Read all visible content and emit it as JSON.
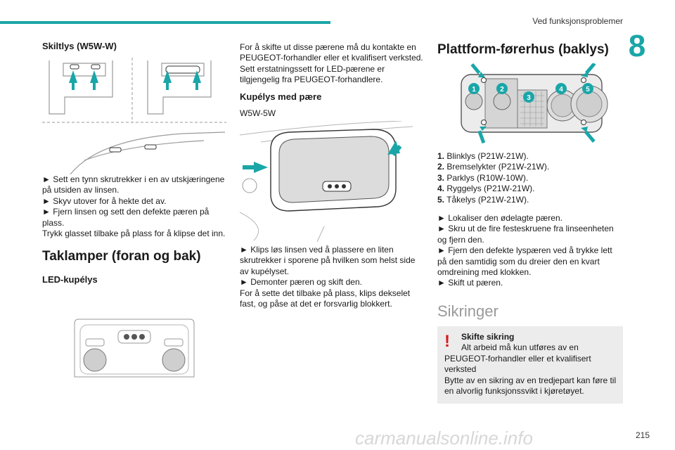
{
  "header": {
    "section": "Ved funksjonsproblemer",
    "chapter": "8",
    "page": "215"
  },
  "watermark": "carmanualsonline.info",
  "col1": {
    "title": "Skiltlys (W5W-W)",
    "steps": [
      "► Sett en tynn skrutrekker i en av utskjæringene på utsiden av linsen.",
      "► Skyv utover for å hekte det av.",
      "► Fjern linsen og sett den defekte pæren på plass.",
      "Trykk glasset tilbake på plass for å klipse det inn."
    ],
    "section_title": "Taklamper (foran og bak)",
    "sub_title": "LED-kupélys"
  },
  "col2": {
    "intro": "For å skifte ut disse pærene må du kontakte en PEUGEOT-forhandler eller et kvalifisert verksted. Sett erstatningssett for LED-pærene er tilgjengelig fra PEUGEOT-forhandlere.",
    "sub_title": "Kupélys med pære",
    "bulb": "W5W-5W",
    "steps": [
      "► Klips løs linsen ved å plassere en liten skrutrekker i sporene på hvilken som helst side av kupélyset.",
      "► Demonter pæren og skift den.",
      "For å sette det tilbake på plass, klips dekselet fast, og påse at det er forsvarlig blokkert."
    ]
  },
  "col3": {
    "title": "Plattform-førerhus (baklys)",
    "callouts": [
      "1",
      "2",
      "3",
      "4",
      "5"
    ],
    "items": [
      {
        "num": "1.",
        "text": "Blinklys (P21W-21W)."
      },
      {
        "num": "2.",
        "text": "Bremselykter (P21W-21W)."
      },
      {
        "num": "3.",
        "text": "Parklys (R10W-10W)."
      },
      {
        "num": "4.",
        "text": "Ryggelys (P21W-21W)."
      },
      {
        "num": "5.",
        "text": "Tåkelys (P21W-21W)."
      }
    ],
    "steps": [
      "► Lokaliser den ødelagte pæren.",
      "► Skru ut de fire festeskruene fra linseenheten og fjern den.",
      "► Fjern den defekte lyspæren ved å trykke lett på den samtidig som du dreier den en kvart omdreining med klokken.",
      "► Skift ut pæren."
    ],
    "section_title": "Sikringer",
    "warning": {
      "title": "Skifte sikring",
      "text1": "Alt arbeid må kun utføres av en PEUGEOT-forhandler eller et kvalifisert verksted",
      "text2": "Bytte av en sikring av en tredjepart kan føre til en alvorlig funksjonssvikt i kjøretøyet."
    }
  },
  "colors": {
    "accent": "#1aa6a8",
    "warning": "#d8191f"
  }
}
